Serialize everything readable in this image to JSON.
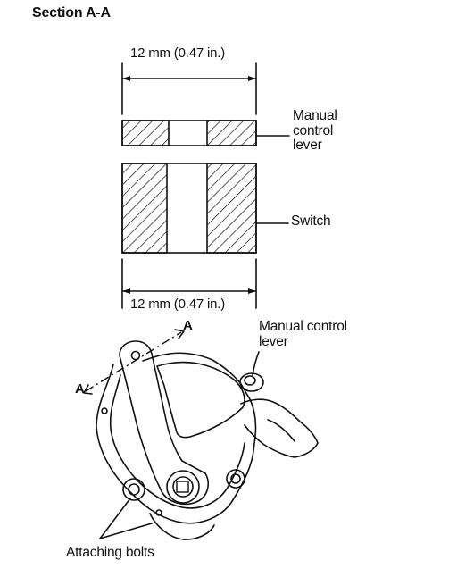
{
  "title": "Section A-A",
  "dimension_top": "12 mm (0.47 in.)",
  "dimension_bottom": "12 mm (0.47 in.)",
  "callouts": {
    "manual_control_lever_section": [
      "Manual",
      "control",
      "lever"
    ],
    "switch": "Switch",
    "manual_control_lever_main": [
      "Manual control",
      "lever"
    ],
    "attaching_bolts": "Attaching bolts"
  },
  "section_markers": [
    "A",
    "A"
  ]
}
